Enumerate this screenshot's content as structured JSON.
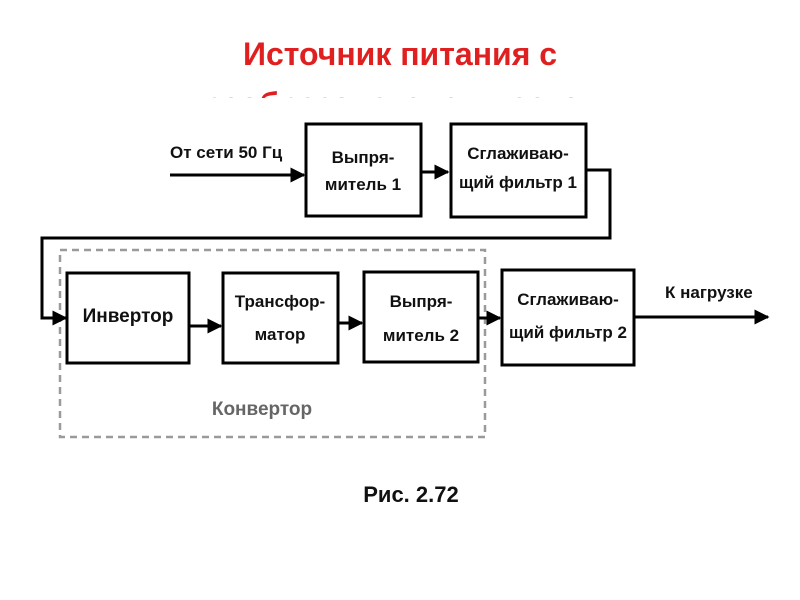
{
  "slide": {
    "title_line1": "Источник питания с",
    "title_line2": "преобразователем частоты"
  },
  "diagram": {
    "input_label": "От сети 50 Гц",
    "output_label": "К нагрузке",
    "converter_label": "Конвертор",
    "figure_caption": "Рис. 2.72",
    "blocks": {
      "rectifier1": [
        "Выпря-",
        "митель 1"
      ],
      "filter1": [
        "Сглаживаю-",
        "щий фильтр 1"
      ],
      "inverter": [
        "Инвертор"
      ],
      "transformer": [
        "Трансфор-",
        "матор"
      ],
      "rectifier2": [
        "Выпря-",
        "митель 2"
      ],
      "filter2": [
        "Сглаживаю-",
        "щий фильтр 2"
      ]
    }
  }
}
